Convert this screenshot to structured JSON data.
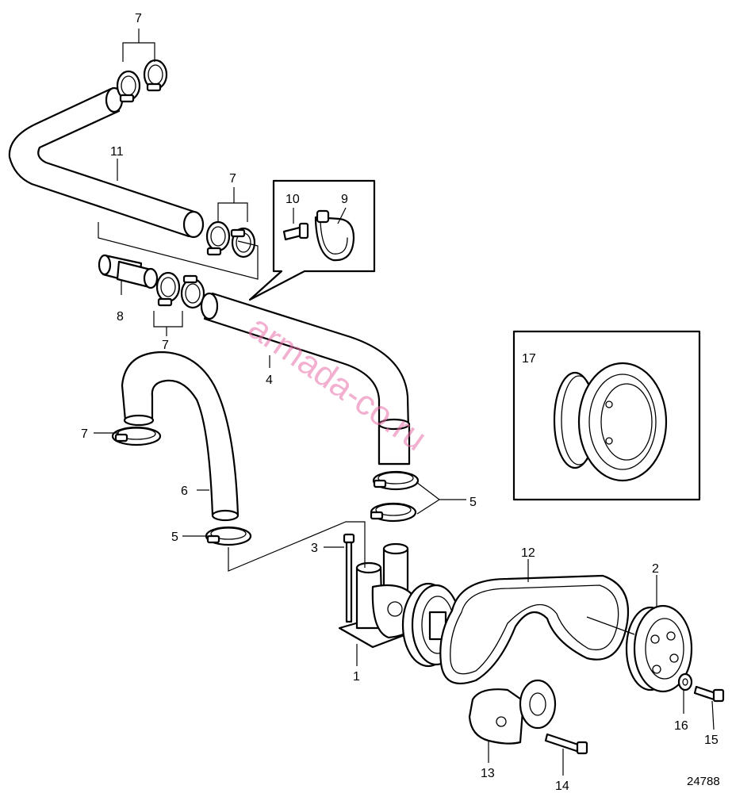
{
  "diagram": {
    "reference_number": "24788",
    "watermark": "armada-co.ru",
    "colors": {
      "line": "#000000",
      "background": "#ffffff",
      "watermark": "#e86fa8"
    },
    "callouts": [
      {
        "id": "c7a",
        "text": "7"
      },
      {
        "id": "c11",
        "text": "11"
      },
      {
        "id": "c7b",
        "text": "7"
      },
      {
        "id": "c10",
        "text": "10"
      },
      {
        "id": "c9",
        "text": "9"
      },
      {
        "id": "c8",
        "text": "8"
      },
      {
        "id": "c7c",
        "text": "7"
      },
      {
        "id": "c4",
        "text": "4"
      },
      {
        "id": "c17",
        "text": "17"
      },
      {
        "id": "c7d",
        "text": "7"
      },
      {
        "id": "c6",
        "text": "6"
      },
      {
        "id": "c5a",
        "text": "5"
      },
      {
        "id": "c5b",
        "text": "5"
      },
      {
        "id": "c3",
        "text": "3"
      },
      {
        "id": "c12",
        "text": "12"
      },
      {
        "id": "c2",
        "text": "2"
      },
      {
        "id": "c1",
        "text": "1"
      },
      {
        "id": "c16",
        "text": "16"
      },
      {
        "id": "c15",
        "text": "15"
      },
      {
        "id": "c13",
        "text": "13"
      },
      {
        "id": "c14",
        "text": "14"
      }
    ]
  }
}
